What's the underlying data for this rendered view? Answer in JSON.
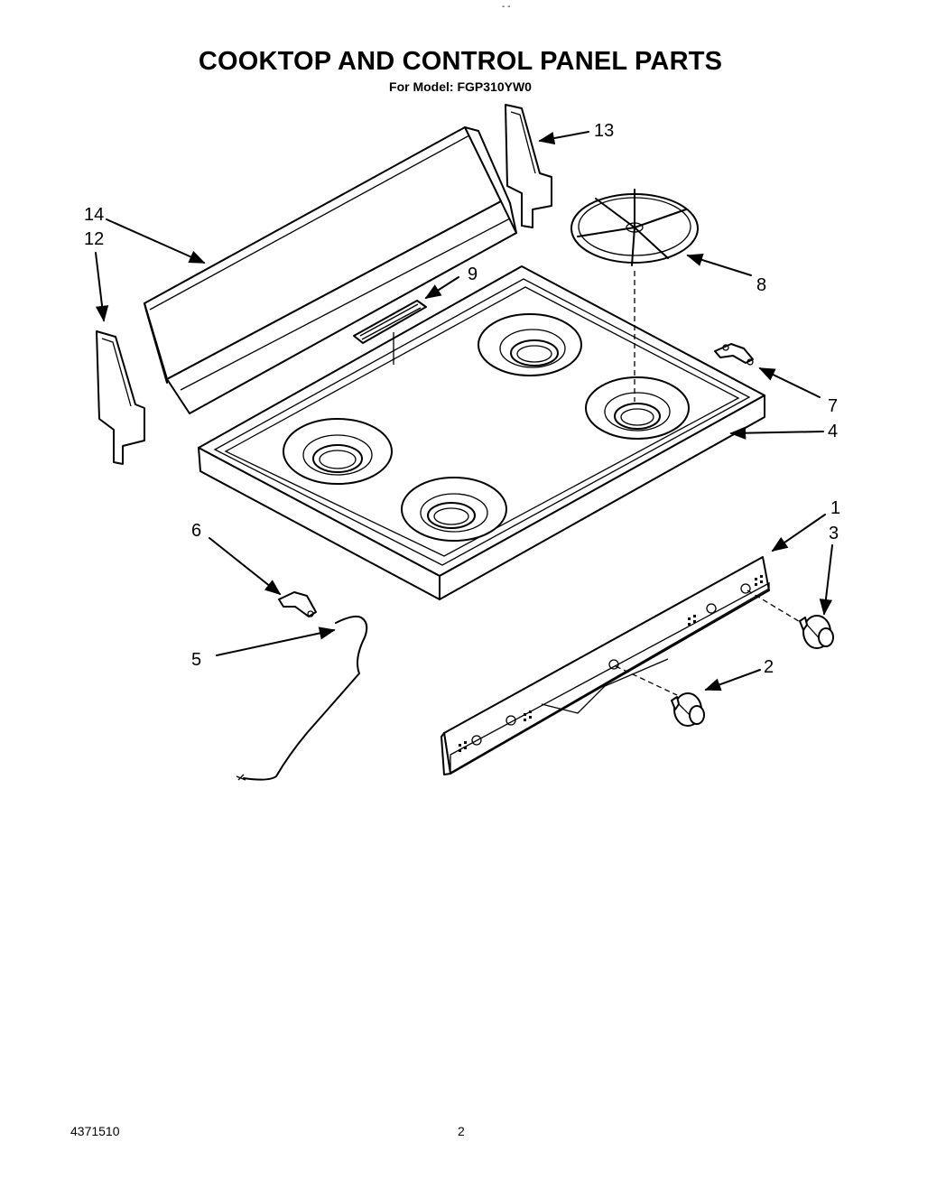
{
  "header": {
    "title": "COOKTOP AND CONTROL PANEL PARTS",
    "subtitle": "For Model: FGP310YW0",
    "top_mark": "- -"
  },
  "callouts": {
    "c1": "1",
    "c2": "2",
    "c3": "3",
    "c4": "4",
    "c5": "5",
    "c6": "6",
    "c7": "7",
    "c8": "8",
    "c9": "9",
    "c12": "12",
    "c13": "13",
    "c14": "14"
  },
  "footer": {
    "doc_number": "4371510",
    "page_number": "2"
  }
}
